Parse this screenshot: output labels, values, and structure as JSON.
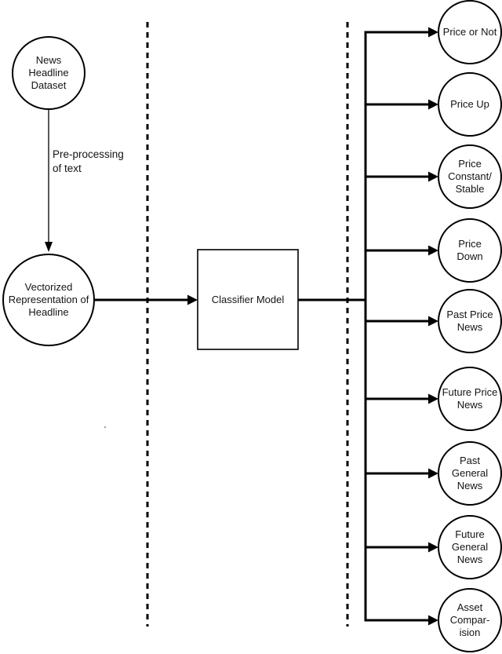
{
  "diagram": {
    "type": "flowchart",
    "colors": {
      "stroke": "#000000",
      "text": "#141414",
      "background": "#ffffff"
    },
    "nodes": {
      "dataset": {
        "label": "News\nHeadline\nDataset"
      },
      "vectorized": {
        "label": "Vectorized\nRepresentation of\nHeadline"
      },
      "classifier": {
        "label": "Classifier Model"
      }
    },
    "edges": {
      "preprocess_label": "Pre-processing\nof text"
    },
    "outputs": [
      {
        "label": "Price or Not"
      },
      {
        "label": "Price Up"
      },
      {
        "label": "Price\nConstant/\nStable"
      },
      {
        "label": "Price\nDown"
      },
      {
        "label": "Past Price\nNews"
      },
      {
        "label": "Future Price\nNews"
      },
      {
        "label": "Past\nGeneral\nNews"
      },
      {
        "label": "Future\nGeneral\nNews"
      },
      {
        "label": "Asset\nCompar-\nision"
      }
    ]
  }
}
